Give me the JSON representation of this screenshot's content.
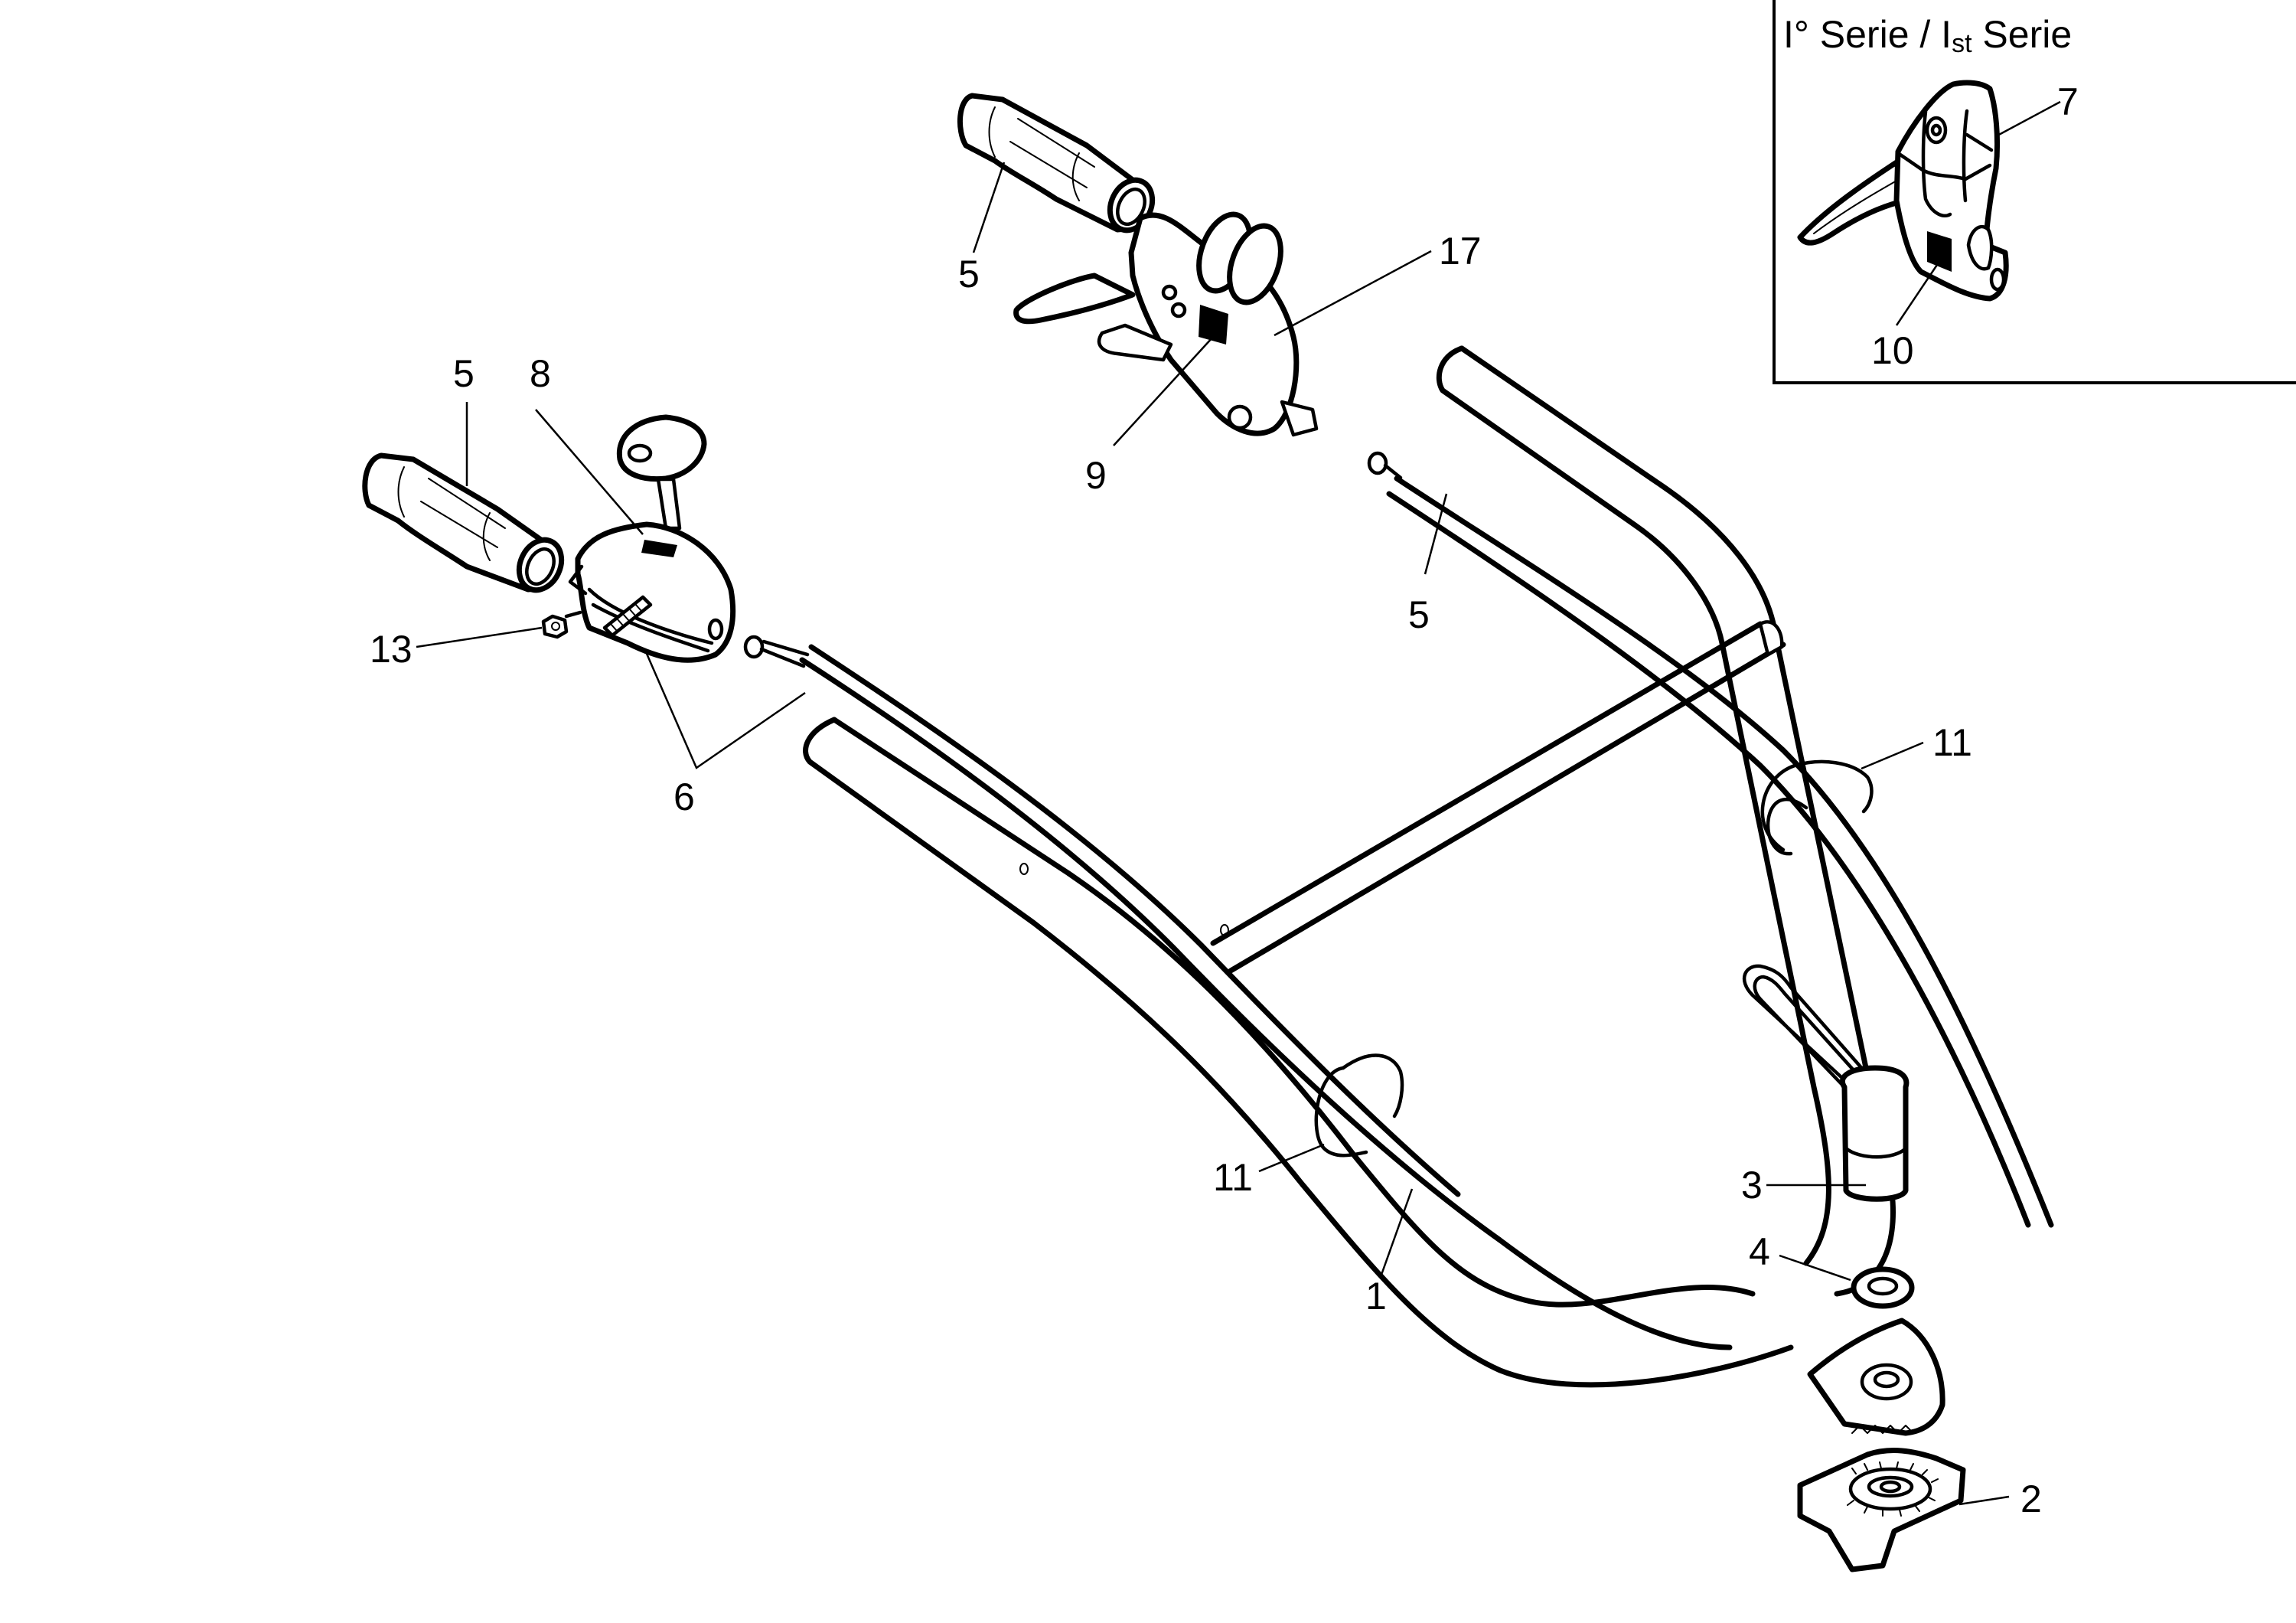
{
  "diagram": {
    "type": "exploded parts diagram",
    "subject": "Handlebar assembly with control levers and cables",
    "inset": {
      "title_main": "I° Serie / I",
      "title_sub": "st",
      "title_end": " Serie",
      "callouts": [
        {
          "id": "7",
          "part": "lever control (1st series)"
        },
        {
          "id": "10",
          "part": "label"
        }
      ]
    },
    "callouts": [
      {
        "id": "1",
        "part": "handlebar"
      },
      {
        "id": "2",
        "part": "serrated adjustment plate"
      },
      {
        "id": "3",
        "part": "locking knob"
      },
      {
        "id": "4",
        "part": "washer"
      },
      {
        "id": "5",
        "part": "handle grip (right)"
      },
      {
        "id": "5",
        "part": "handle grip (left)"
      },
      {
        "id": "6",
        "part": "control cable"
      },
      {
        "id": "8",
        "part": "throttle control with cable"
      },
      {
        "id": "9",
        "part": "throttle label"
      },
      {
        "id": "10",
        "part": "label"
      },
      {
        "id": "11",
        "part": "cable tie (lower left)"
      },
      {
        "id": "11",
        "part": "cable tie (upper right)"
      },
      {
        "id": "13",
        "part": "nut"
      },
      {
        "id": "17",
        "part": "lever control"
      }
    ]
  }
}
